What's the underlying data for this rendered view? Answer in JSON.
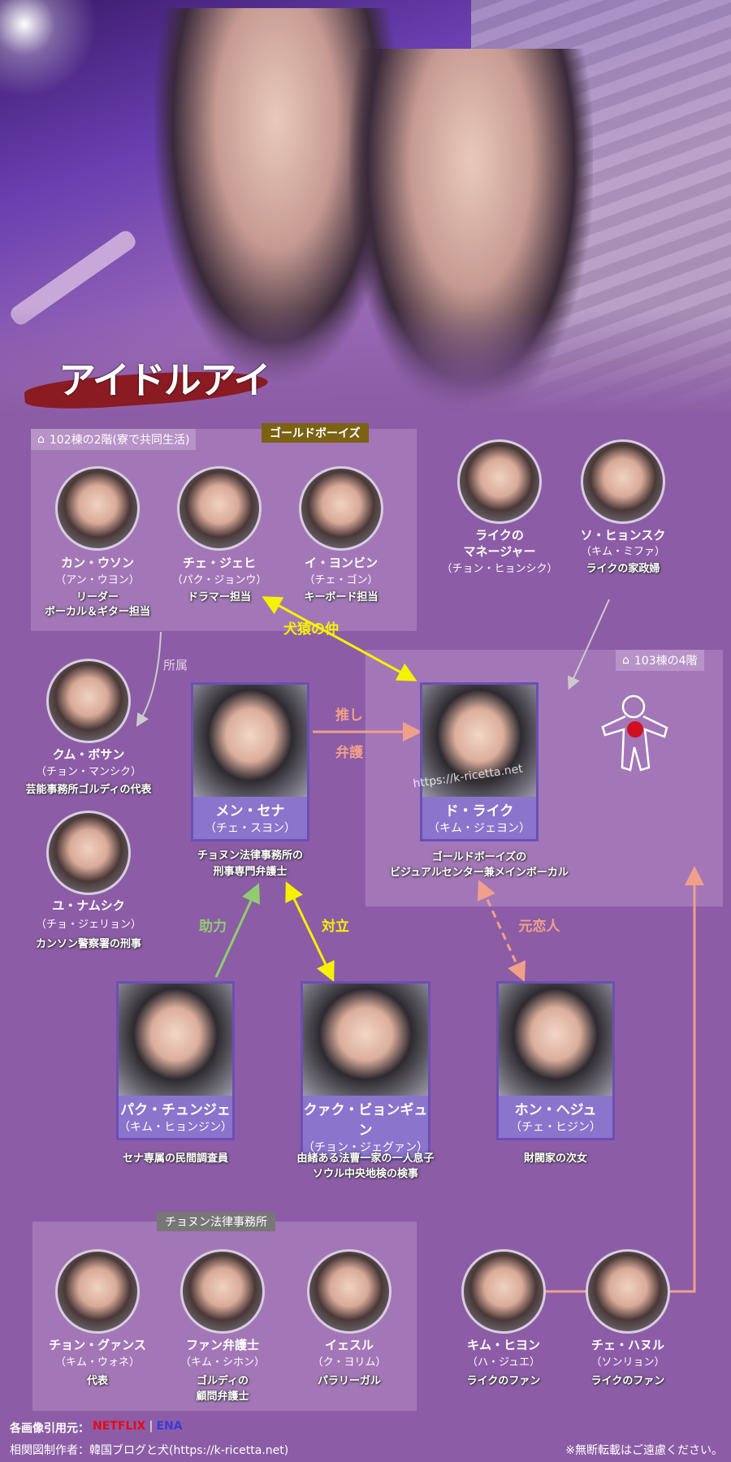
{
  "title": "アイドルアイ",
  "groups": {
    "dorm_label": "102棟の2階(寮で共同生活)",
    "goldboys_tag": "ゴールドボーイズ",
    "house103_label": "103棟の4階",
    "law_firm_tag": "チョヌン法律事務所"
  },
  "characters": {
    "kang": {
      "name": "カン・ウソン",
      "actor": "（アン・ウヨン）",
      "role1": "リーダー",
      "role2": "ボーカル＆ギター担当"
    },
    "chae_jehi": {
      "name": "チェ・ジェヒ",
      "actor": "（パク・ジョンウ）",
      "role": "ドラマー担当"
    },
    "lee": {
      "name": "イ・ヨンビン",
      "actor": "（チェ・ゴン）",
      "role": "キーボード担当"
    },
    "manager": {
      "name1": "ライクの",
      "name2": "マネージャー",
      "actor": "（チョン・ヒョンシク）"
    },
    "so": {
      "name": "ソ・ヒョンスク",
      "actor": "（キム・ミファ）",
      "role": "ライクの家政婦"
    },
    "kum": {
      "name": "クム・ボサン",
      "actor": "（チョン・マンシク）",
      "role": "芸能事務所ゴルディの代表"
    },
    "yu": {
      "name": "ユ・ナムシク",
      "actor": "（チョ・ジェリョン）",
      "role": "カンソン警察署の刑事"
    },
    "sena": {
      "name": "メン・セナ",
      "actor": "（チェ・スヨン）",
      "role1": "チョヌン法律事務所の",
      "role2": "刑事専門弁護士"
    },
    "raik": {
      "name": "ド・ライク",
      "actor": "（キム・ジェヨン）",
      "role1": "ゴールドボーイズの",
      "role2": "ビジュアルセンター兼メインボーカル"
    },
    "park": {
      "name": "パク・チュンジェ",
      "actor": "（キム・ヒョンジン）",
      "role": "セナ専属の民間調査員"
    },
    "kwak": {
      "name": "クァク・ビョンギュン",
      "actor": "（チョン・ジェグァン）",
      "role1": "由緒ある法曹一家の一人息子",
      "role2": "ソウル中央地検の検事"
    },
    "hong": {
      "name": "ホン・ヘジュ",
      "actor": "（チェ・ヒジン）",
      "role": "財閥家の次女"
    },
    "jeong": {
      "name": "チョン・グァンス",
      "actor": "（キム・ウォネ）",
      "role": "代表"
    },
    "hwang": {
      "name": "ファン弁護士",
      "actor": "（キム・シホン）",
      "role1": "ゴルディの",
      "role2": "顧問弁護士"
    },
    "yesul": {
      "name": "イェスル",
      "actor": "（ク・ヨリム）",
      "role": "パラリーガル"
    },
    "kim_hyeon": {
      "name": "キム・ヒヨン",
      "actor": "（ハ・ジュエ）",
      "role": "ライクのファン"
    },
    "chae_haneul": {
      "name": "チェ・ハヌル",
      "actor": "（ソンリョン）",
      "role": "ライクのファン"
    }
  },
  "relations": {
    "affiliation": "所属",
    "enemies": "犬猿の仲",
    "oshi": "推し",
    "defense": "弁護",
    "help": "助力",
    "conflict": "対立",
    "ex": "元恋人"
  },
  "watermark": "https://k-ricetta.net",
  "footer": {
    "source_label": "各画像引用元：",
    "netflix": "NETFLIX",
    "sep": "|",
    "ena": "ENA",
    "author": "相関図制作者：韓国ブログと犬(https://k-ricetta.net)",
    "notice": "※無断転載はご遠慮ください。"
  },
  "colors": {
    "bg": "#8c5da6",
    "gold": "#7a6212",
    "yellow": "#f5f200",
    "green": "#8fce6e",
    "pink": "#f0a08a",
    "netflix": "#e50914",
    "ena": "#3a3ad8"
  }
}
